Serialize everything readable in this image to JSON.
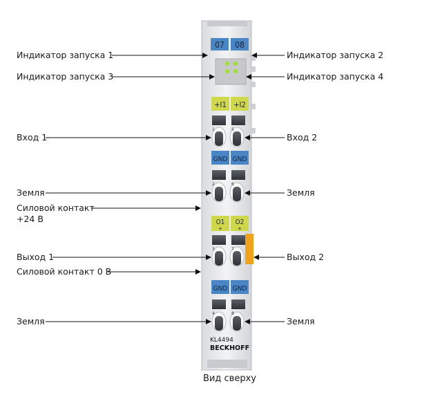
{
  "labels": {
    "start_ind_1": "Индикатор запуска 1",
    "start_ind_2": "Индикатор запуска 2",
    "start_ind_3": "Индикатор запуска 3",
    "start_ind_4": "Индикатор запуска 4",
    "input_1": "Вход 1",
    "input_2": "Вход 2",
    "ground_1": "Земля",
    "ground_2": "Земля",
    "power_24_line1": "Силовой контакт",
    "power_24_line2": "+24 В",
    "output_1": "Выход 1",
    "output_2": "Выход 2",
    "power_0": "Силовой контакт 0 В",
    "ground_3": "Земля",
    "ground_4": "Земля"
  },
  "module": {
    "tag_07": "07",
    "tag_08": "08",
    "tag_i1": "+I1",
    "tag_i2": "+I2",
    "tag_gnd": "GND",
    "tag_o1": "O1",
    "tag_o2": "O2",
    "plus": "+",
    "model": "KL4494",
    "brand": "BECKHOFF",
    "term_1": "1",
    "term_5": "5",
    "term_2": "2",
    "term_6": "6",
    "term_3": "3",
    "term_7": "7",
    "term_4": "4",
    "term_8": "8"
  },
  "caption": "Вид сверху",
  "colors": {
    "blue_tag": "#4a86c5",
    "yellow_tag": "#cfd84a",
    "orange_bar": "#f1a21b",
    "led_green": "#9ee02b",
    "housing": "#e9eaec"
  }
}
